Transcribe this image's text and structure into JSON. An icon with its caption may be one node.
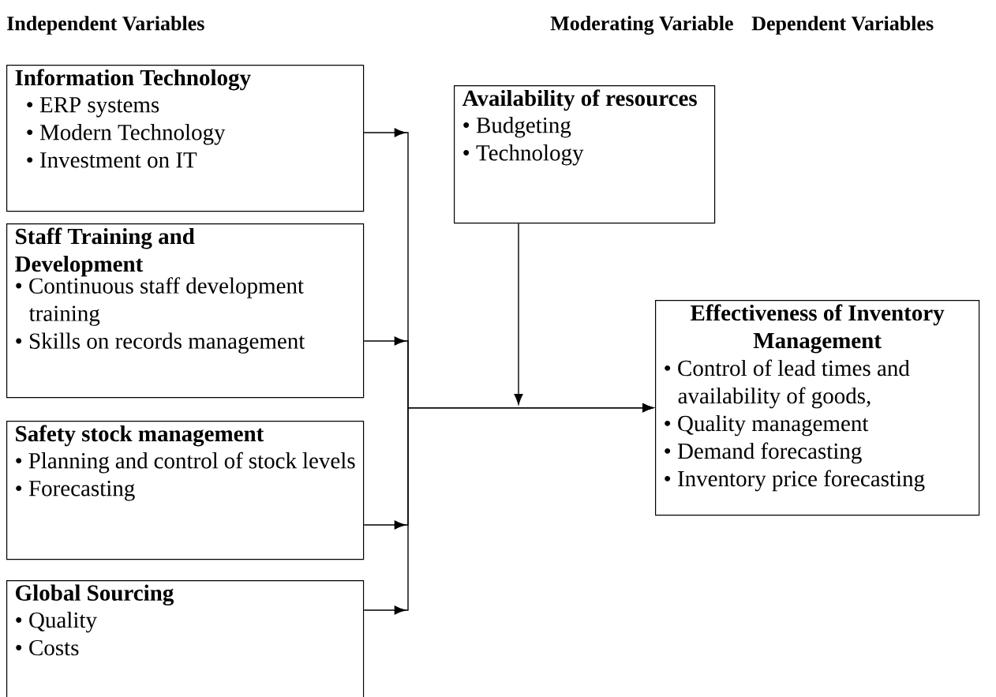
{
  "diagram": {
    "nodes": [
      {
        "text": [
          "Information Technology",
          "• ERP systems",
          "• Modern Technology",
          "• Investment on IT"
        ]
      },
      {
        "text": [
          "Staff Training and Development",
          "• Continuous staff development training",
          "• Skills on records management"
        ]
      },
      {
        "text": [
          "Safety stock management",
          "• Planning and control of stock levels",
          "• Forecasting"
        ]
      },
      {
        "text": [
          "Global Sourcing",
          "• Quality",
          "• Costs"
        ]
      },
      {
        "text": [
          "Availability of resources",
          "• Budgeting",
          "• Technology"
        ]
      },
      {
        "text": [
          "Effectiveness of Inventory Management",
          "• Control of lead times and availability of goods,",
          "• Quality management",
          "• Demand forecasting",
          "• Inventory price forecasting"
        ]
      }
    ],
    "edges": [
      {
        "from": 0,
        "to": 5,
        "arrow": "to"
      },
      {
        "from": 1,
        "to": 5,
        "arrow": "to"
      },
      {
        "from": 2,
        "to": 5,
        "arrow": "to"
      },
      {
        "from": 3,
        "to": 5,
        "arrow": "to"
      },
      {
        "from": 4,
        "to": null,
        "arrow": "to"
      }
    ],
    "labels": [
      "Independent Variables",
      "Moderating Variable",
      "Dependent Variables"
    ]
  }
}
